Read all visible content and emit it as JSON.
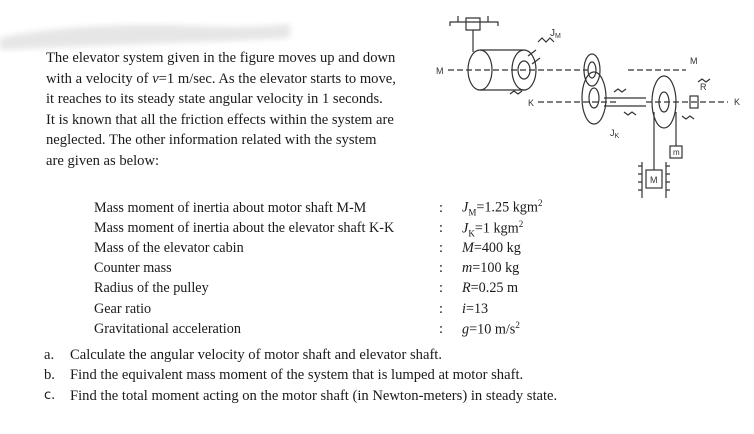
{
  "intro": {
    "line1": "The elevator system given in the figure moves up and down",
    "line2_pre": "with a velocity of ",
    "line2_var": "v",
    "line2_post": "=1 m/sec. As the elevator starts to move,",
    "line3": "it reaches to its steady state angular velocity in 1 seconds.",
    "line4": "It is known that all the friction effects within the system are",
    "line5": "neglected. The other information related with the system",
    "line6": "are given as below:"
  },
  "figure": {
    "label_m_left": "M",
    "label_m_right": "M",
    "label_jm": "J",
    "label_jm_sub": "M",
    "label_k_left": "K",
    "label_k_right": "K",
    "label_jk": "J",
    "label_jk_sub": "K",
    "label_r": "R",
    "label_cabin": "M",
    "label_counter": "m"
  },
  "given": [
    {
      "label": "Mass moment of inertia about motor shaft M-M",
      "sym": "J",
      "sub": "M",
      "val": "=1.25 kgm",
      "sup": "2"
    },
    {
      "label": "Mass moment of inertia about the elevator shaft K-K",
      "sym": "J",
      "sub": "K",
      "val": "=1 kgm",
      "sup": "2"
    },
    {
      "label": "Mass of the elevator cabin",
      "sym": "M",
      "sub": "",
      "val": "=400 kg",
      "sup": ""
    },
    {
      "label": "Counter mass",
      "sym": "m",
      "sub": "",
      "val": "=100 kg",
      "sup": ""
    },
    {
      "label": "Radius of the pulley",
      "sym": "R",
      "sub": "",
      "val": "=0.25 m",
      "sup": ""
    },
    {
      "label": "Gear ratio",
      "sym": "i",
      "sub": "",
      "val": "=13",
      "sup": ""
    },
    {
      "label": "Gravitational acceleration",
      "sym": "g",
      "sub": "",
      "val": "=10 m/s",
      "sup": "2"
    }
  ],
  "colon": ":",
  "questions": [
    {
      "letter": "a.",
      "text": "Calculate the angular velocity of motor shaft and elevator shaft."
    },
    {
      "letter": "b.",
      "text": "Find the equivalent mass moment of the system that is lumped at motor shaft."
    },
    {
      "letter": "c.",
      "text": "Find the total moment acting on the motor shaft (in Newton-meters) in steady state."
    }
  ]
}
